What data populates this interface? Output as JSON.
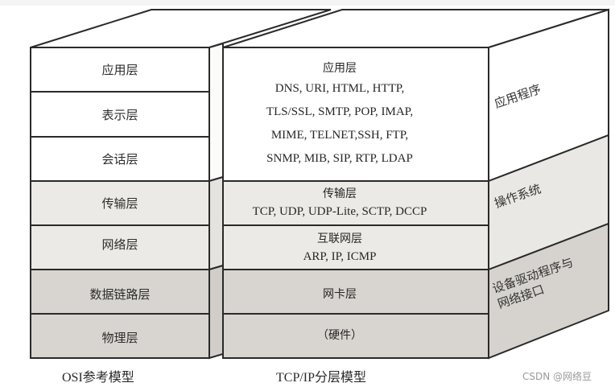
{
  "colors": {
    "light_white": "#ffffff",
    "light_gray": "#ebeae6",
    "dark_gray": "#d8d5d0",
    "side_white": "#fbfbfa",
    "side_light": "#e4e3df",
    "side_dark": "#d1cec9",
    "line": "#2a2a2a"
  },
  "osi": {
    "caption": "OSI参考模型",
    "layers": [
      {
        "label": "应用层"
      },
      {
        "label": "表示层"
      },
      {
        "label": "会话层"
      },
      {
        "label": "传输层"
      },
      {
        "label": "网络层"
      },
      {
        "label": "数据链路层"
      },
      {
        "label": "物理层"
      }
    ]
  },
  "tcpip": {
    "caption": "TCP/IP分层模型",
    "layers": [
      {
        "title": "应用层",
        "lines": [
          "DNS, URI, HTML, HTTP,",
          "TLS/SSL, SMTP, POP, IMAP,",
          "MIME, TELNET,SSH, FTP,",
          "SNMP, MIB, SIP, RTP, LDAP"
        ]
      },
      {
        "title": "传输层",
        "lines": [
          "TCP, UDP, UDP-Lite, SCTP, DCCP"
        ]
      },
      {
        "title": "互联网层",
        "lines": [
          "ARP, IP, ICMP"
        ]
      },
      {
        "title": "网卡层",
        "lines": []
      },
      {
        "title": "（硬件）",
        "lines": []
      }
    ],
    "side_labels": {
      "application": "应用程序",
      "os": "操作系统",
      "driver_line1": "设备驱动程序与",
      "driver_line2": "网络接口"
    }
  },
  "watermark": "CSDN @网络豆"
}
